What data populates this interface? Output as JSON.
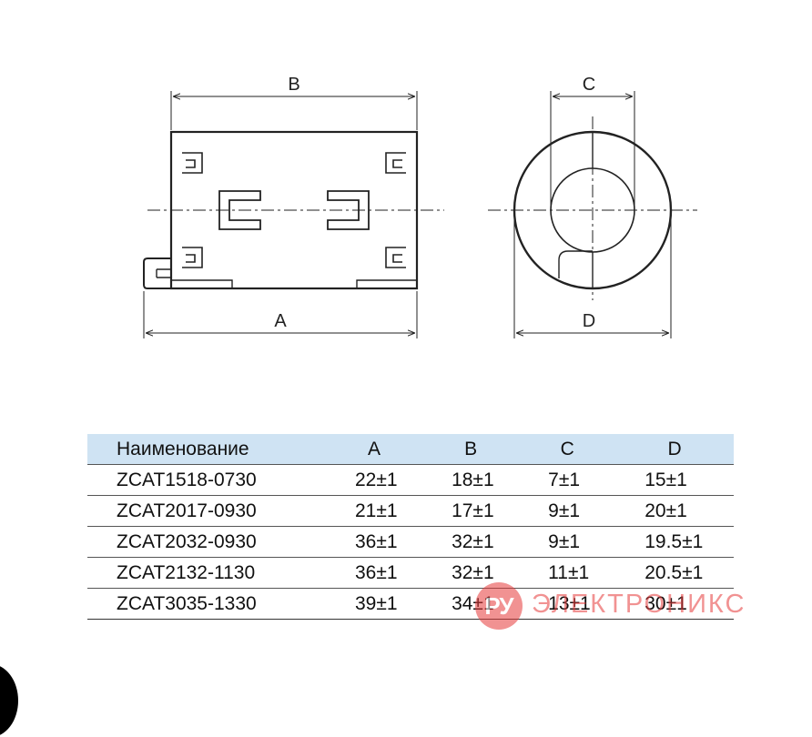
{
  "diagram": {
    "labels": {
      "a": "A",
      "b": "B",
      "c": "C",
      "d": "D"
    }
  },
  "table": {
    "headers": [
      "Наименование",
      "A",
      "B",
      "C",
      "D"
    ],
    "rows": [
      [
        "ZCAT1518-0730",
        "22±1",
        "18±1",
        "7±1",
        "15±1"
      ],
      [
        "ZCAT2017-0930",
        "21±1",
        "17±1",
        "9±1",
        "20±1"
      ],
      [
        "ZCAT2032-0930",
        "36±1",
        "32±1",
        "9±1",
        "19.5±1"
      ],
      [
        "ZCAT2132-1130",
        "36±1",
        "32±1",
        "11±1",
        "20.5±1"
      ],
      [
        "ZCAT3035-1330",
        "39±1",
        "34±1",
        "13±1",
        "30±1"
      ]
    ]
  },
  "watermark": {
    "logo": "РУ",
    "text": "ЭЛЕКТРОНИКС"
  },
  "colors": {
    "header_bg": "#cfe3f3",
    "line": "#222222",
    "watermark": "#e63a3a"
  }
}
